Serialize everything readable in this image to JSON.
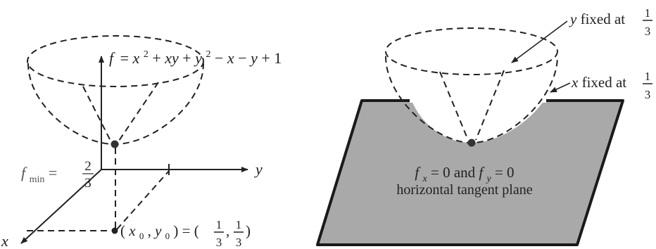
{
  "left_panel": {
    "function_label": {
      "f": "f",
      "eq": "= ",
      "x1": "x",
      "sup1": "2",
      "plus1": " + ",
      "xy": "xy",
      "plus2": " + ",
      "y1": "y",
      "sup2": "2",
      "minus1": " − ",
      "x2": "x",
      "minus2": " − ",
      "y2": "y",
      "tail": " + 1"
    },
    "fmin": {
      "f": "f",
      "sub": "min",
      "eq": " =",
      "num": "2",
      "den": "3"
    },
    "axes": {
      "x": "x",
      "y": "y"
    },
    "point_label": {
      "open": "(",
      "x": "x",
      "sub0a": "0",
      "comma": ", ",
      "y": "y",
      "sub0b": "0",
      "close": ") = (",
      "n1": "1",
      "d1": "3",
      "comma2": ",",
      "n2": "1",
      "d2": "3",
      "end": ")"
    }
  },
  "right_panel": {
    "y_fixed": {
      "prefix": "y",
      "text": " fixed at ",
      "num": "1",
      "den": "3"
    },
    "x_fixed": {
      "prefix": "x",
      "text": " fixed at ",
      "num": "1",
      "den": "3"
    },
    "condition": {
      "fx": "f",
      "sx": "x",
      "mid": " = 0 and ",
      "fy": "f",
      "sy": "y",
      "end": " = 0"
    },
    "plane_caption": "horizontal tangent plane"
  },
  "colors": {
    "ink": "#222222",
    "plane_fill": "#a9a9a9",
    "dot": "#333333"
  }
}
